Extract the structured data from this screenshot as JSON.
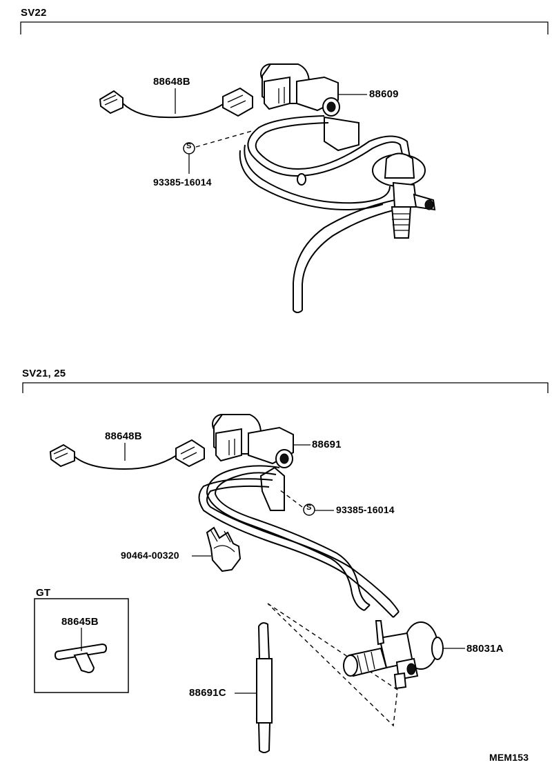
{
  "sections": [
    {
      "title": "SV22"
    },
    {
      "title": "SV21, 25"
    }
  ],
  "callouts": {
    "top_harness": "88648B",
    "top_valve": "88609",
    "top_screw": "93385-16014",
    "bottom_harness": "88648B",
    "bottom_valve": "88691",
    "bottom_screw": "93385-16014",
    "clamp": "90464-00320",
    "gt_tee": "88645B",
    "hose": "88691C",
    "actuator": "88031A"
  },
  "inset": {
    "title": "GT"
  },
  "screw_symbol": "S",
  "footer": {
    "code": "MEM153"
  }
}
